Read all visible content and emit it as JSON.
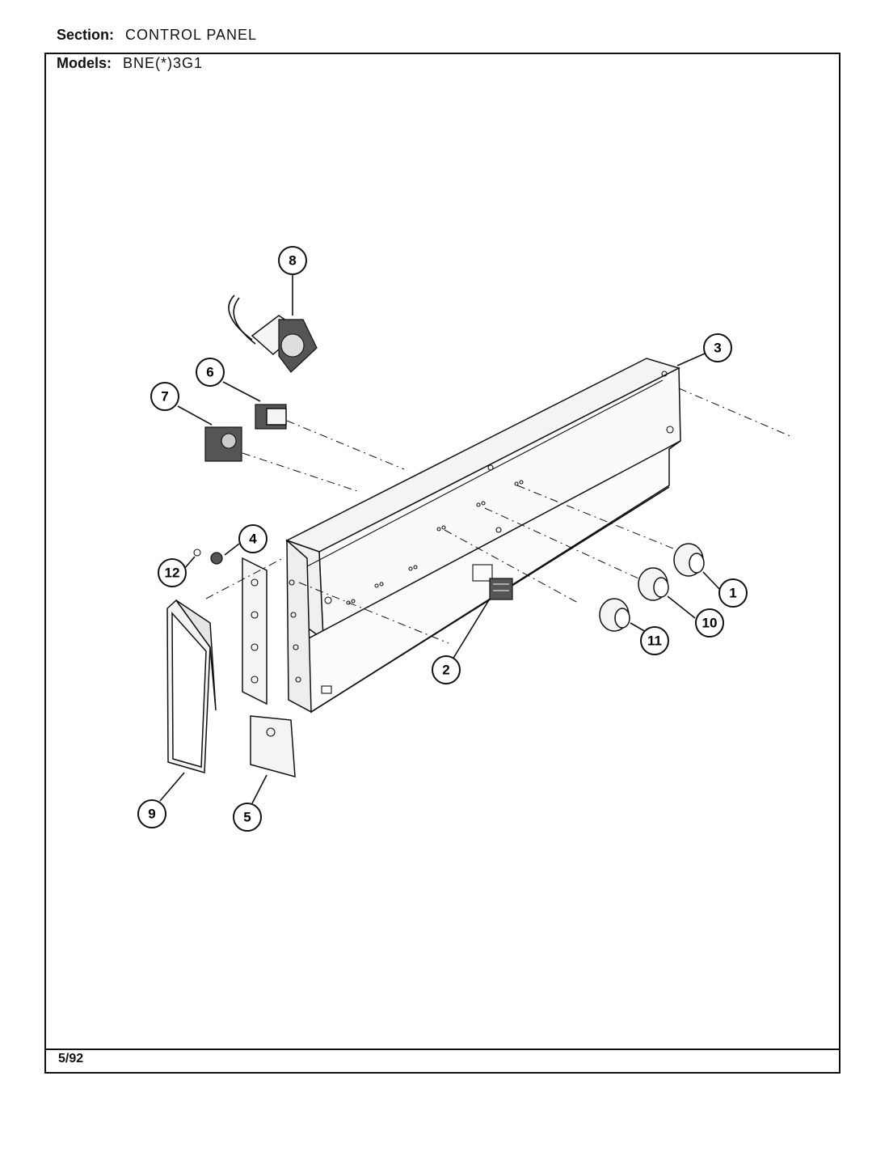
{
  "header": {
    "section_label": "Section:",
    "section_value": "CONTROL PANEL",
    "models_label": "Models:",
    "models_value": "BNE(*)3G1"
  },
  "footer": {
    "date": "5/92"
  },
  "callouts": [
    {
      "id": "c1",
      "label": "1"
    },
    {
      "id": "c2",
      "label": "2"
    },
    {
      "id": "c3",
      "label": "3"
    },
    {
      "id": "c4",
      "label": "4"
    },
    {
      "id": "c5",
      "label": "5"
    },
    {
      "id": "c6",
      "label": "6"
    },
    {
      "id": "c7",
      "label": "7"
    },
    {
      "id": "c8",
      "label": "8"
    },
    {
      "id": "c9",
      "label": "9"
    },
    {
      "id": "c10",
      "label": "10"
    },
    {
      "id": "c11",
      "label": "11"
    },
    {
      "id": "c12",
      "label": "12"
    }
  ]
}
